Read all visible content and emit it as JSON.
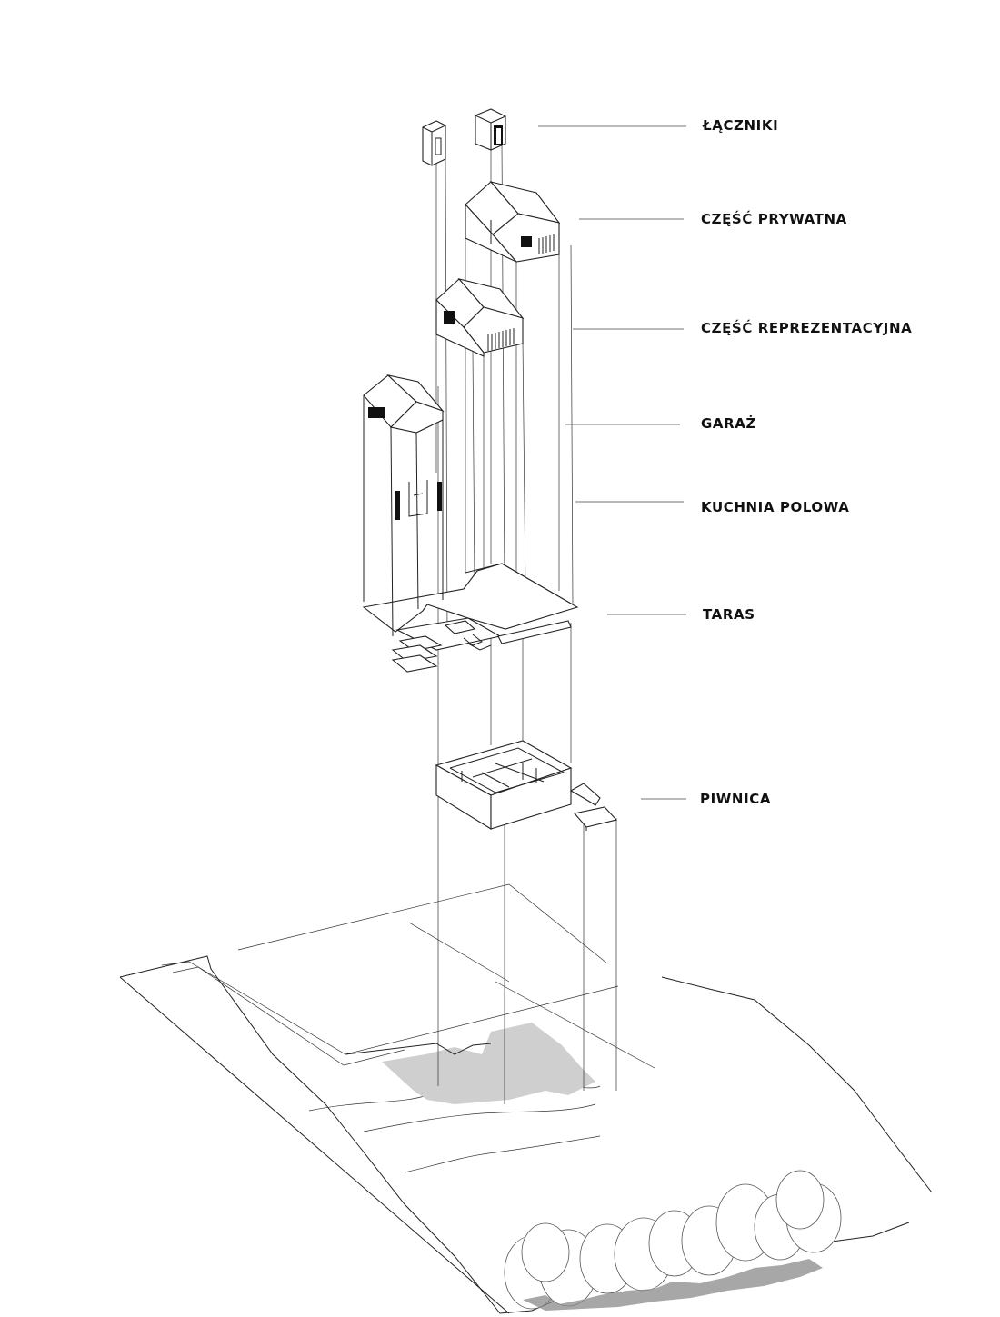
{
  "labels": {
    "laczniki": "ŁĄCZNIKI",
    "czesc_prywatna": "CZĘŚĆ PRYWATNA",
    "czesc_reprezentacyjna": "CZĘŚĆ REPREZENTACYJNA",
    "garaz": "GARAŻ",
    "kuchnia_polowa": "KUCHNIA POLOWA",
    "taras": "TARAS",
    "piwnica": "PIWNICA"
  },
  "colors": {
    "line": "#222222",
    "shadow": "#cfcfcf",
    "background": "#ffffff"
  }
}
